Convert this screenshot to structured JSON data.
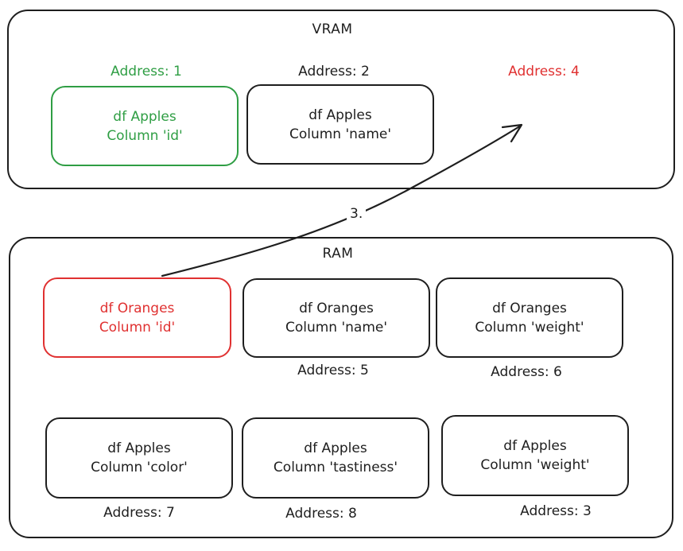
{
  "vram": {
    "title": "VRAM",
    "address_labels": [
      "Address: 1",
      "Address: 2",
      "Address: 4"
    ],
    "blocks": [
      {
        "line1": "df Apples",
        "line2": "Column 'id'"
      },
      {
        "line1": "df Apples",
        "line2": "Column 'name'"
      }
    ]
  },
  "ram": {
    "title": "RAM",
    "blocks": [
      {
        "line1": "df Oranges",
        "line2": "Column 'id'"
      },
      {
        "line1": "df Oranges",
        "line2": "Column 'name'",
        "address": "Address: 5"
      },
      {
        "line1": "df Oranges",
        "line2": "Column 'weight'",
        "address": "Address: 6"
      },
      {
        "line1": "df Apples",
        "line2": "Column 'color'",
        "address": "Address: 7"
      },
      {
        "line1": "df Apples",
        "line2": "Column 'tastiness'",
        "address": "Address: 8"
      },
      {
        "line1": "df Apples",
        "line2": "Column 'weight'",
        "address": "Address: 3"
      }
    ]
  },
  "arrow": {
    "label": "3."
  },
  "colors": {
    "highlight_green": "#2f9e44",
    "highlight_red": "#e03131",
    "stroke": "#1e1e1e"
  }
}
